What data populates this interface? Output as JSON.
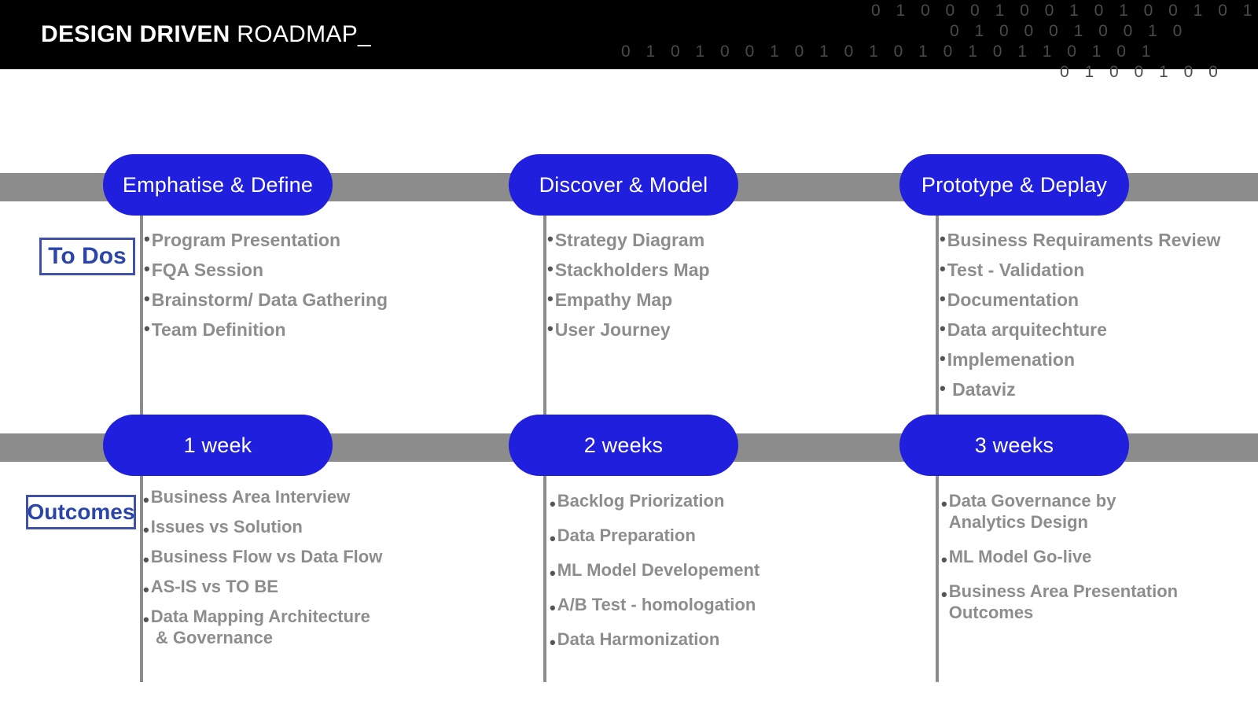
{
  "header": {
    "title_bold": "DESIGN DRIVEN",
    "title_light": " ROADMAP_",
    "binary_rows": [
      "0 1 0    0 0 1 0 0 1 0 1 0 0 1 0 1",
      "0 1 0   0 0 1   0 0      1 0",
      "0 1 0    1 0    0 1 0 1    0 1 0 1    0 1 0 1 1 0 1 0 1",
      "0 1 0 0 1 0 0"
    ]
  },
  "row_labels": {
    "todos": "To Dos",
    "outcomes": "Outcomes"
  },
  "colors": {
    "brand_blue": "#1f1fdd",
    "band_gray": "#8c8c8c",
    "bullet_gray": "#8d8d8d",
    "label_blue": "#2b46a8",
    "header_black": "#000000"
  },
  "columns": [
    {
      "phase": "Emphatise & Define",
      "duration": "1 week",
      "todos": [
        "Program Presentation",
        "FQA Session",
        "Brainstorm/ Data Gathering",
        "Team Definition"
      ],
      "outcomes": [
        "Business Area Interview",
        "Issues vs Solution",
        "Business Flow vs Data Flow",
        "AS-IS vs TO BE",
        "Data Mapping Architecture\n & Governance"
      ]
    },
    {
      "phase": "Discover & Model",
      "duration": "2 weeks",
      "todos": [
        "Strategy Diagram",
        "Stackholders Map",
        "Empathy Map",
        "User Journey"
      ],
      "outcomes": [
        "Backlog Priorization",
        "Data Preparation",
        "ML Model Developement",
        "A/B Test - homologation",
        "Data Harmonization"
      ]
    },
    {
      "phase": "Prototype & Deplay",
      "duration": "3 weeks",
      "todos": [
        "Business Requiraments Review",
        "Test - Validation",
        "Documentation",
        "Data arquitechture",
        "Implemenation",
        " Dataviz"
      ],
      "outcomes": [
        "Data Governance by\nAnalytics Design",
        "ML Model Go-live",
        "Business Area Presentation\nOutcomes"
      ]
    }
  ]
}
